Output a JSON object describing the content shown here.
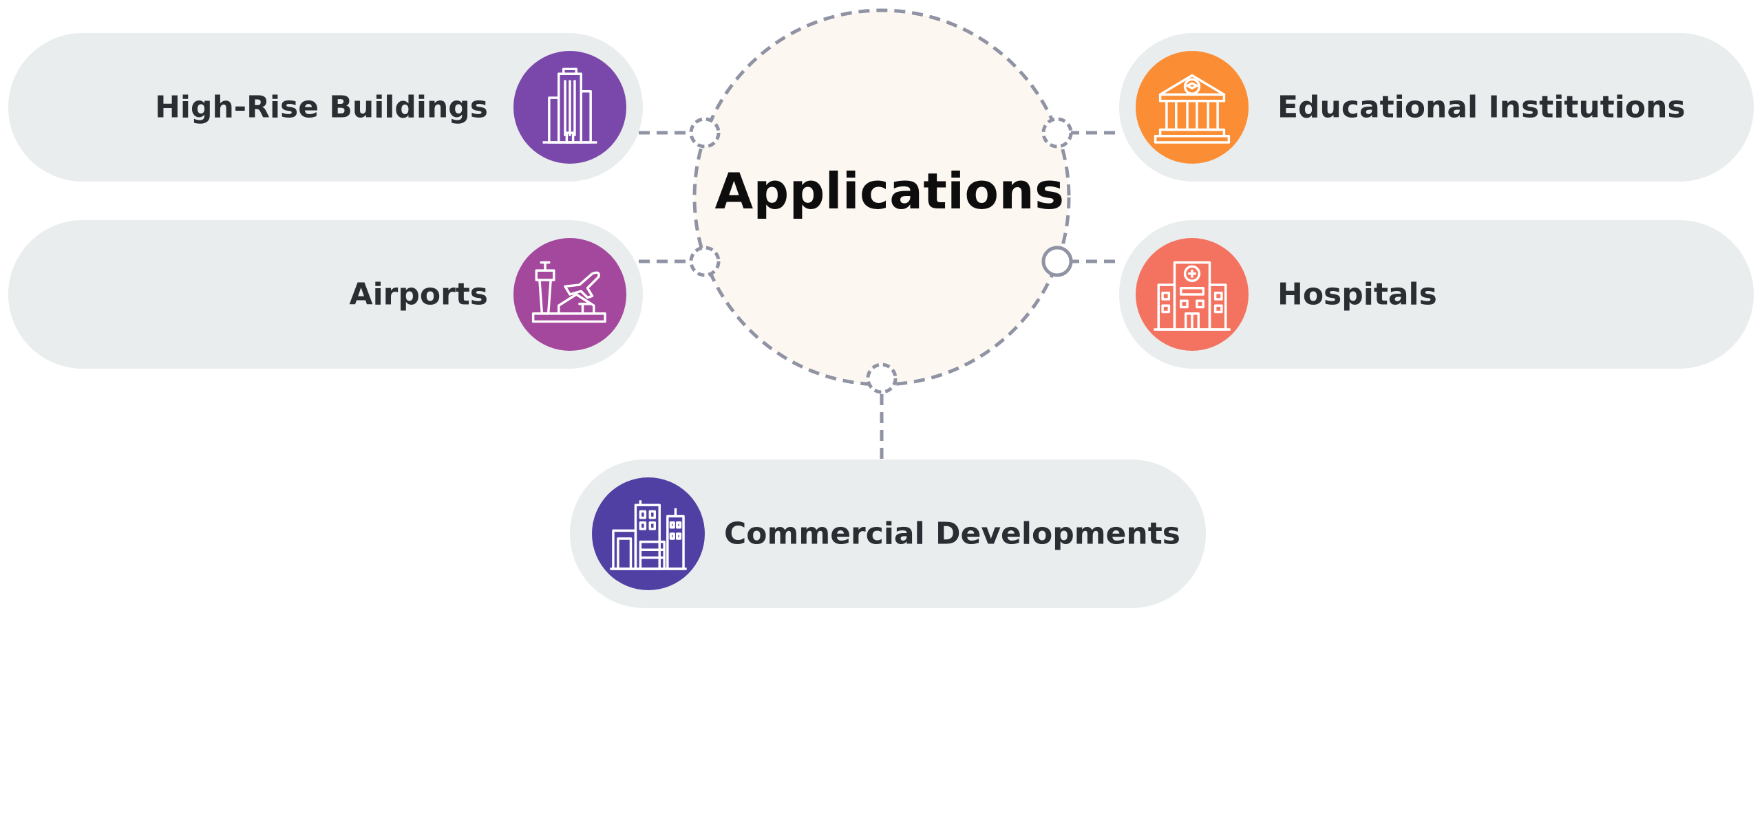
{
  "hub": {
    "title": "Applications",
    "fill": "#fcf7f1",
    "stroke": "#8f93a3"
  },
  "items": [
    {
      "label": "High-Rise Buildings",
      "icon": "skyscraper-icon",
      "color": "#7a47ab"
    },
    {
      "label": "Airports",
      "icon": "airport-icon",
      "color": "#a3489c"
    },
    {
      "label": "Educational Institutions",
      "icon": "school-building-icon",
      "color": "#fb8d35"
    },
    {
      "label": "Hospitals",
      "icon": "hospital-icon",
      "color": "#f47260"
    },
    {
      "label": "Commercial Developments",
      "icon": "city-buildings-icon",
      "color": "#5140a3"
    }
  ]
}
